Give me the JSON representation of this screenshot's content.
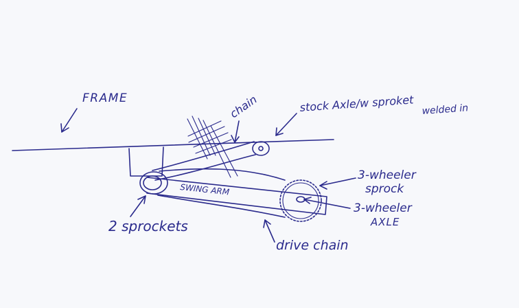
{
  "labels": {
    "frame": "FRAME",
    "chain": "chain",
    "stock_axle_line1": "stock Axle/w sproket",
    "stock_axle_line2": "welded in",
    "swing_arm": "SWING ARM",
    "wheeler_sprock_line1": "3-wheeler",
    "wheeler_sprock_line2": "sprock",
    "wheeler_axle_line1": "3-wheeler",
    "wheeler_axle_line2": "AXLE",
    "two_sprockets": "2 sprockets",
    "drive_chain": "drive chain"
  },
  "colors": {
    "ink": "#2a2a8c",
    "paper": "#f7f8fb"
  }
}
